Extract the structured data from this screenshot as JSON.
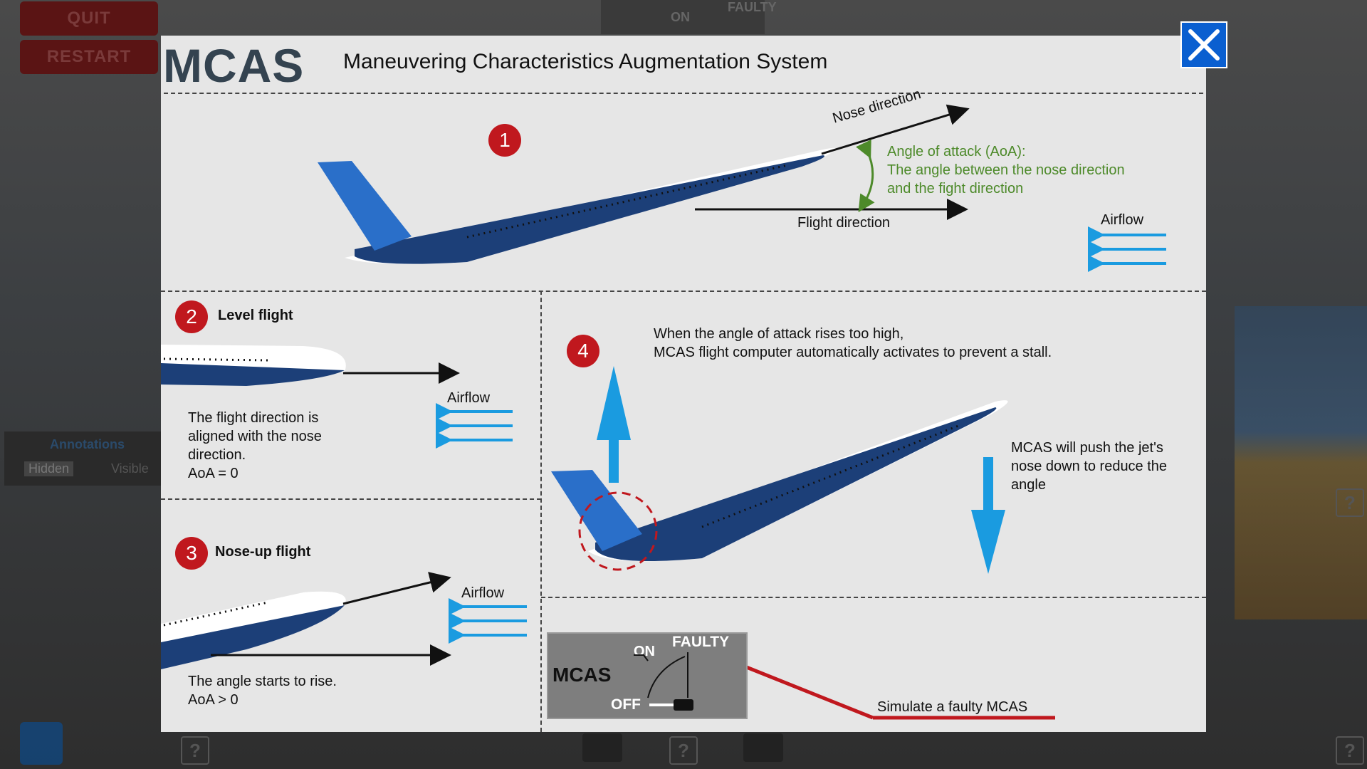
{
  "background": {
    "quit_label": "QUIT",
    "restart_label": "RESTART",
    "annotations_label": "Annotations",
    "annotations_hidden": "Hidden",
    "annotations_visible": "Visible",
    "switch_on": "ON",
    "switch_faulty": "FAULTY"
  },
  "modal": {
    "title": "MCAS",
    "subtitle": "Maneuvering Characteristics Augmentation System",
    "close_icon": "close-icon",
    "section1": {
      "number": "1",
      "nose_direction": "Nose direction",
      "aoa_title": "Angle of attack (AoA):",
      "aoa_line1": "The angle between the nose direction",
      "aoa_line2": "and the fight direction",
      "flight_direction": "Flight direction",
      "airflow": "Airflow"
    },
    "section2": {
      "number": "2",
      "heading": "Level flight",
      "airflow": "Airflow",
      "line1": "The flight direction is",
      "line2": "aligned with the nose",
      "line3": "direction.",
      "line4": "AoA = 0"
    },
    "section3": {
      "number": "3",
      "heading": "Nose-up flight",
      "airflow": "Airflow",
      "line1": "The angle starts to rise.",
      "line2": "AoA > 0"
    },
    "section4": {
      "number": "4",
      "line1": "When the angle of attack rises too high,",
      "line2": "MCAS flight computer automatically activates to prevent a stall.",
      "push_line1": "MCAS will push the jet's",
      "push_line2": "nose down to reduce the",
      "push_line3": "angle"
    },
    "switch": {
      "mcas": "MCAS",
      "on": "ON",
      "off": "OFF",
      "faulty": "FAULTY",
      "callout": "Simulate a faulty MCAS"
    },
    "colors": {
      "accent_red": "#c0181e",
      "arrow_blue": "#1a9be0",
      "aoa_green": "#4d8a2a",
      "jet_navy": "#1c3f78"
    }
  }
}
